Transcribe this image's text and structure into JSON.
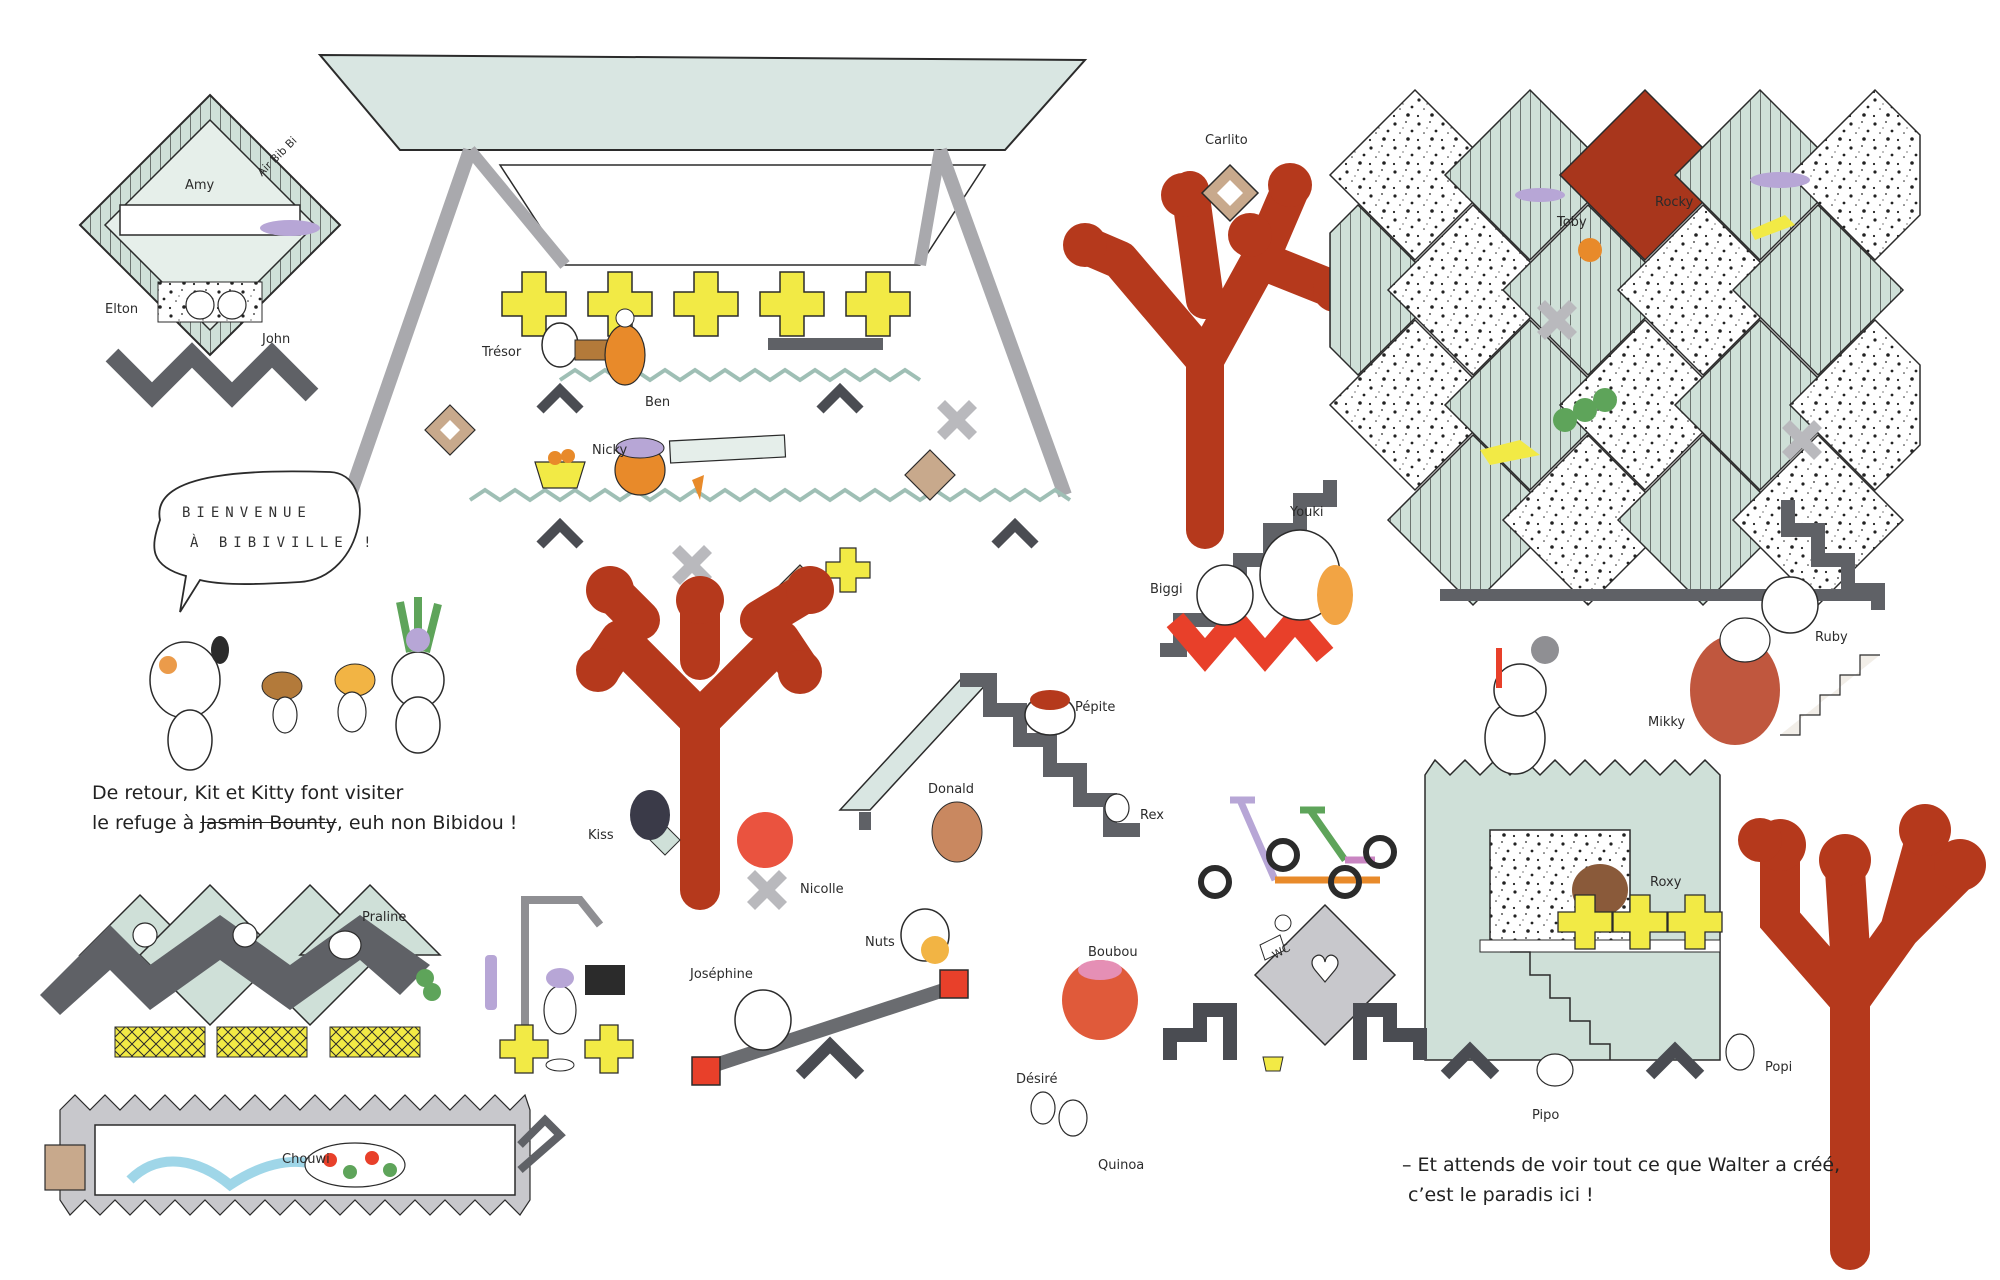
{
  "colors": {
    "ink": "#2b2b2b",
    "mint": "#cfe0d8",
    "tree_red": "#b5391c",
    "yellow": "#f2ea45",
    "grey": "#8f8f93",
    "beige": "#c8a98c",
    "brick": "#e8402a"
  },
  "speech_bubble": {
    "line1": "BIENVENUE",
    "line2": "À BIBIVILLE !"
  },
  "signs": {
    "airbnb": "Air Bib Bi",
    "wc": "WC"
  },
  "caption_left": {
    "line1": "De retour, Kit et Kitty font visiter",
    "line2_start": "le refuge à ",
    "line2_strike": "Jasmin Bounty",
    "line2_end": ", euh non Bibidou !"
  },
  "caption_right": {
    "line1": "– Et attends de voir tout ce que Walter a créé,",
    "line2": "c’est le paradis ici !"
  },
  "names": {
    "amy": "Amy",
    "elton": "Elton",
    "john": "John",
    "tresor": "Trésor",
    "ben": "Ben",
    "nicky": "Nicky",
    "carlito": "Carlito",
    "toby": "Toby",
    "rocky": "Rocky",
    "youki": "Youki",
    "biggi": "Biggi",
    "ruby": "Ruby",
    "mikky": "Mikky",
    "pepite": "Pépite",
    "donald": "Donald",
    "rex": "Rex",
    "kiss": "Kiss",
    "nicolle": "Nicolle",
    "praline": "Praline",
    "nuts": "Nuts",
    "josephine": "Joséphine",
    "boubou": "Boubou",
    "desire": "Désiré",
    "quinoa": "Quinoa",
    "roxy": "Roxy",
    "pipo": "Pipo",
    "popi": "Popi",
    "chouwi": "Chouwi"
  }
}
